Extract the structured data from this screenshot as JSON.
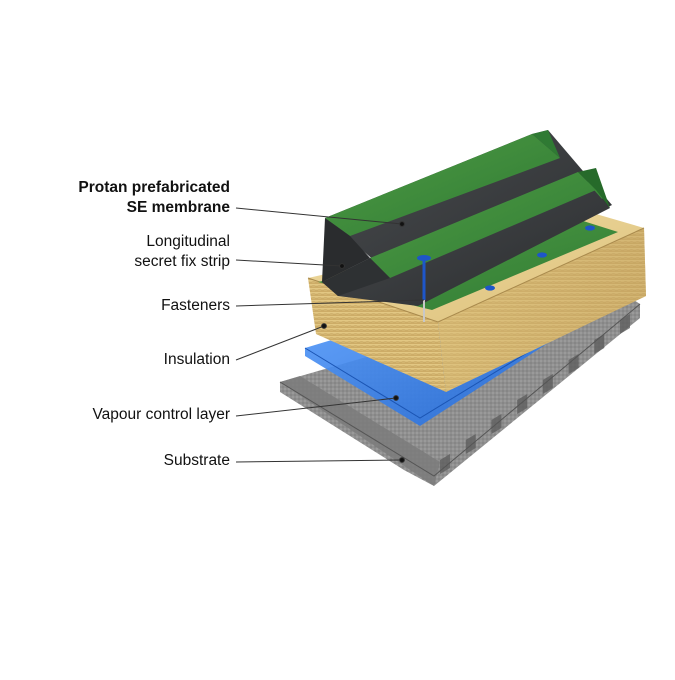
{
  "diagram": {
    "labels": {
      "membrane": [
        "Protan prefabricated",
        "SE membrane"
      ],
      "secret_fix_strip": [
        "Longitudinal",
        "secret fix strip"
      ],
      "fasteners": "Fasteners",
      "insulation": "Insulation",
      "vapour_control_layer": "Vapour control layer",
      "substrate": "Substrate"
    },
    "colors": {
      "membrane_green": "#3f8a3a",
      "membrane_dark": "#3a3d3f",
      "insulation": "#e6cf8e",
      "vapour_control": "#2f7ee0",
      "substrate": "#8c8c8c",
      "fastener": "#1e56c9",
      "leader_line": "#333333"
    }
  }
}
